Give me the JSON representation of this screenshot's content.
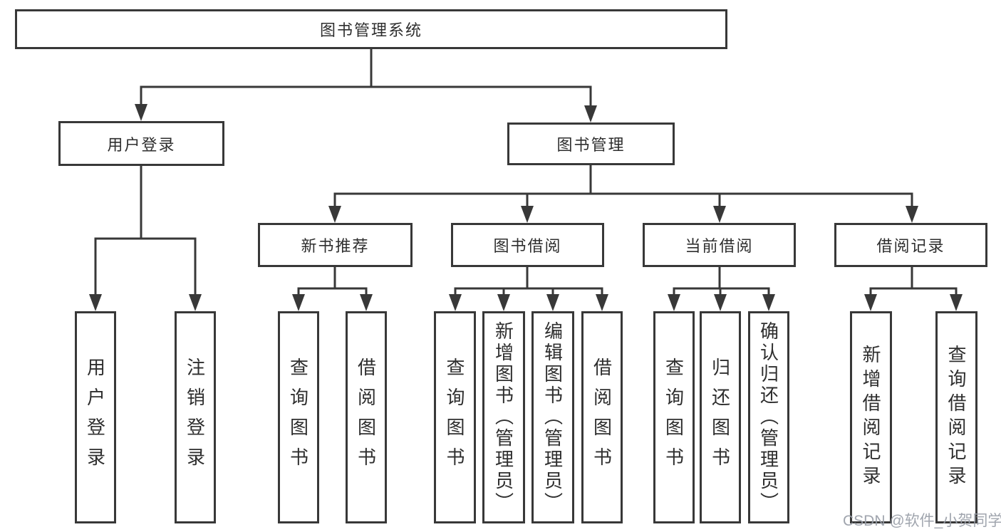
{
  "tree": {
    "root": {
      "label": "图书管理系统"
    },
    "branches": [
      {
        "label": "用户登录",
        "children": [
          {
            "label": "用户登录"
          },
          {
            "label": "注销登录"
          }
        ]
      },
      {
        "label": "图书管理",
        "groups": [
          {
            "label": "新书推荐",
            "children": [
              {
                "label": "查询图书"
              },
              {
                "label": "借阅图书"
              }
            ]
          },
          {
            "label": "图书借阅",
            "children": [
              {
                "label": "查询图书"
              },
              {
                "label": "新增图书（管理员）"
              },
              {
                "label": "编辑图书（管理员）"
              },
              {
                "label": "借阅图书"
              }
            ]
          },
          {
            "label": "当前借阅",
            "children": [
              {
                "label": "查询图书"
              },
              {
                "label": "归还图书"
              },
              {
                "label": "确认归还（管理员）"
              }
            ]
          },
          {
            "label": "借阅记录",
            "children": [
              {
                "label": "新增借阅记录"
              },
              {
                "label": "查询借阅记录"
              }
            ]
          }
        ]
      }
    ]
  },
  "watermark": {
    "text": "CSDN @软件_小贺同学"
  },
  "colors": {
    "line": "#383838",
    "text": "#2e2e2e",
    "watermark": "#989da7",
    "background": "#ffffff"
  }
}
